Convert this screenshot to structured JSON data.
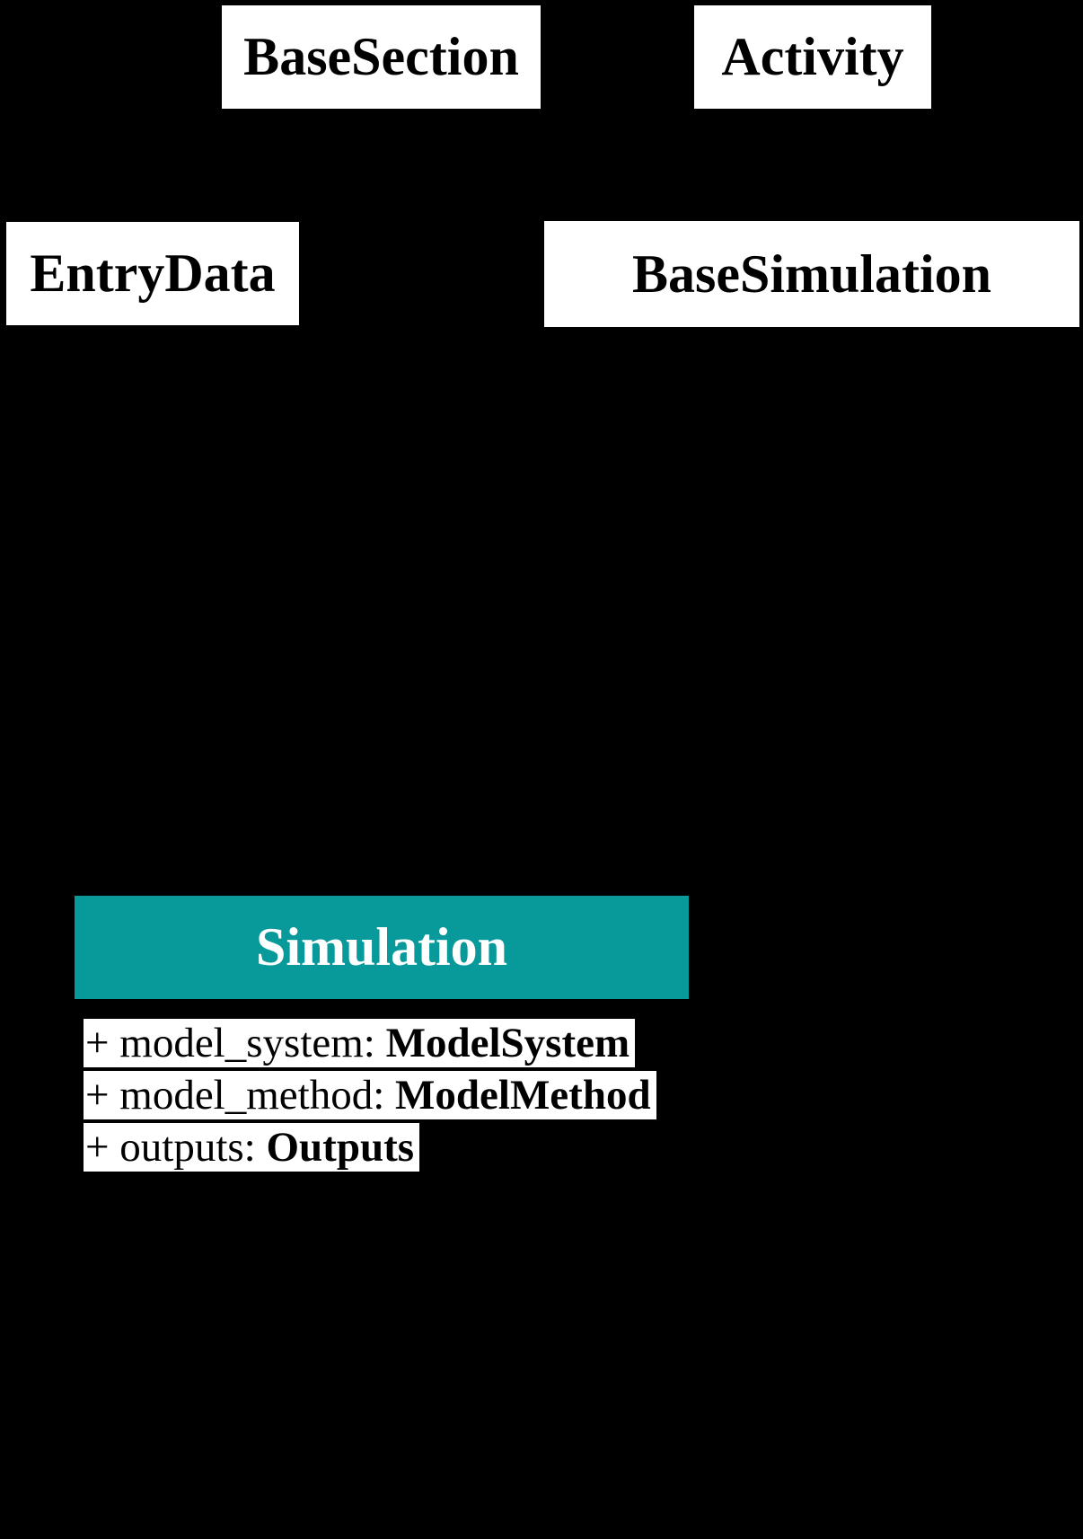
{
  "diagram": {
    "kind": "uml-class-diagram",
    "background_color": "#000000",
    "colors": {
      "class_box_bg": "#ffffff",
      "class_box_text": "#000000",
      "highlight_header_bg": "#089a9a",
      "highlight_header_text": "#ffffff",
      "attribute_bg": "#ffffff",
      "attribute_text": "#000000"
    },
    "classes": [
      {
        "name": "BaseSection"
      },
      {
        "name": "Activity"
      },
      {
        "name": "EntryData"
      },
      {
        "name": "BaseSimulation"
      },
      {
        "name": "Simulation",
        "attributes": [
          {
            "prefix": "+ model_system: ",
            "type": "ModelSystem"
          },
          {
            "prefix": "+ model_method: ",
            "type": "ModelMethod"
          },
          {
            "prefix": "+ outputs: ",
            "type": "Outputs"
          }
        ]
      }
    ]
  }
}
